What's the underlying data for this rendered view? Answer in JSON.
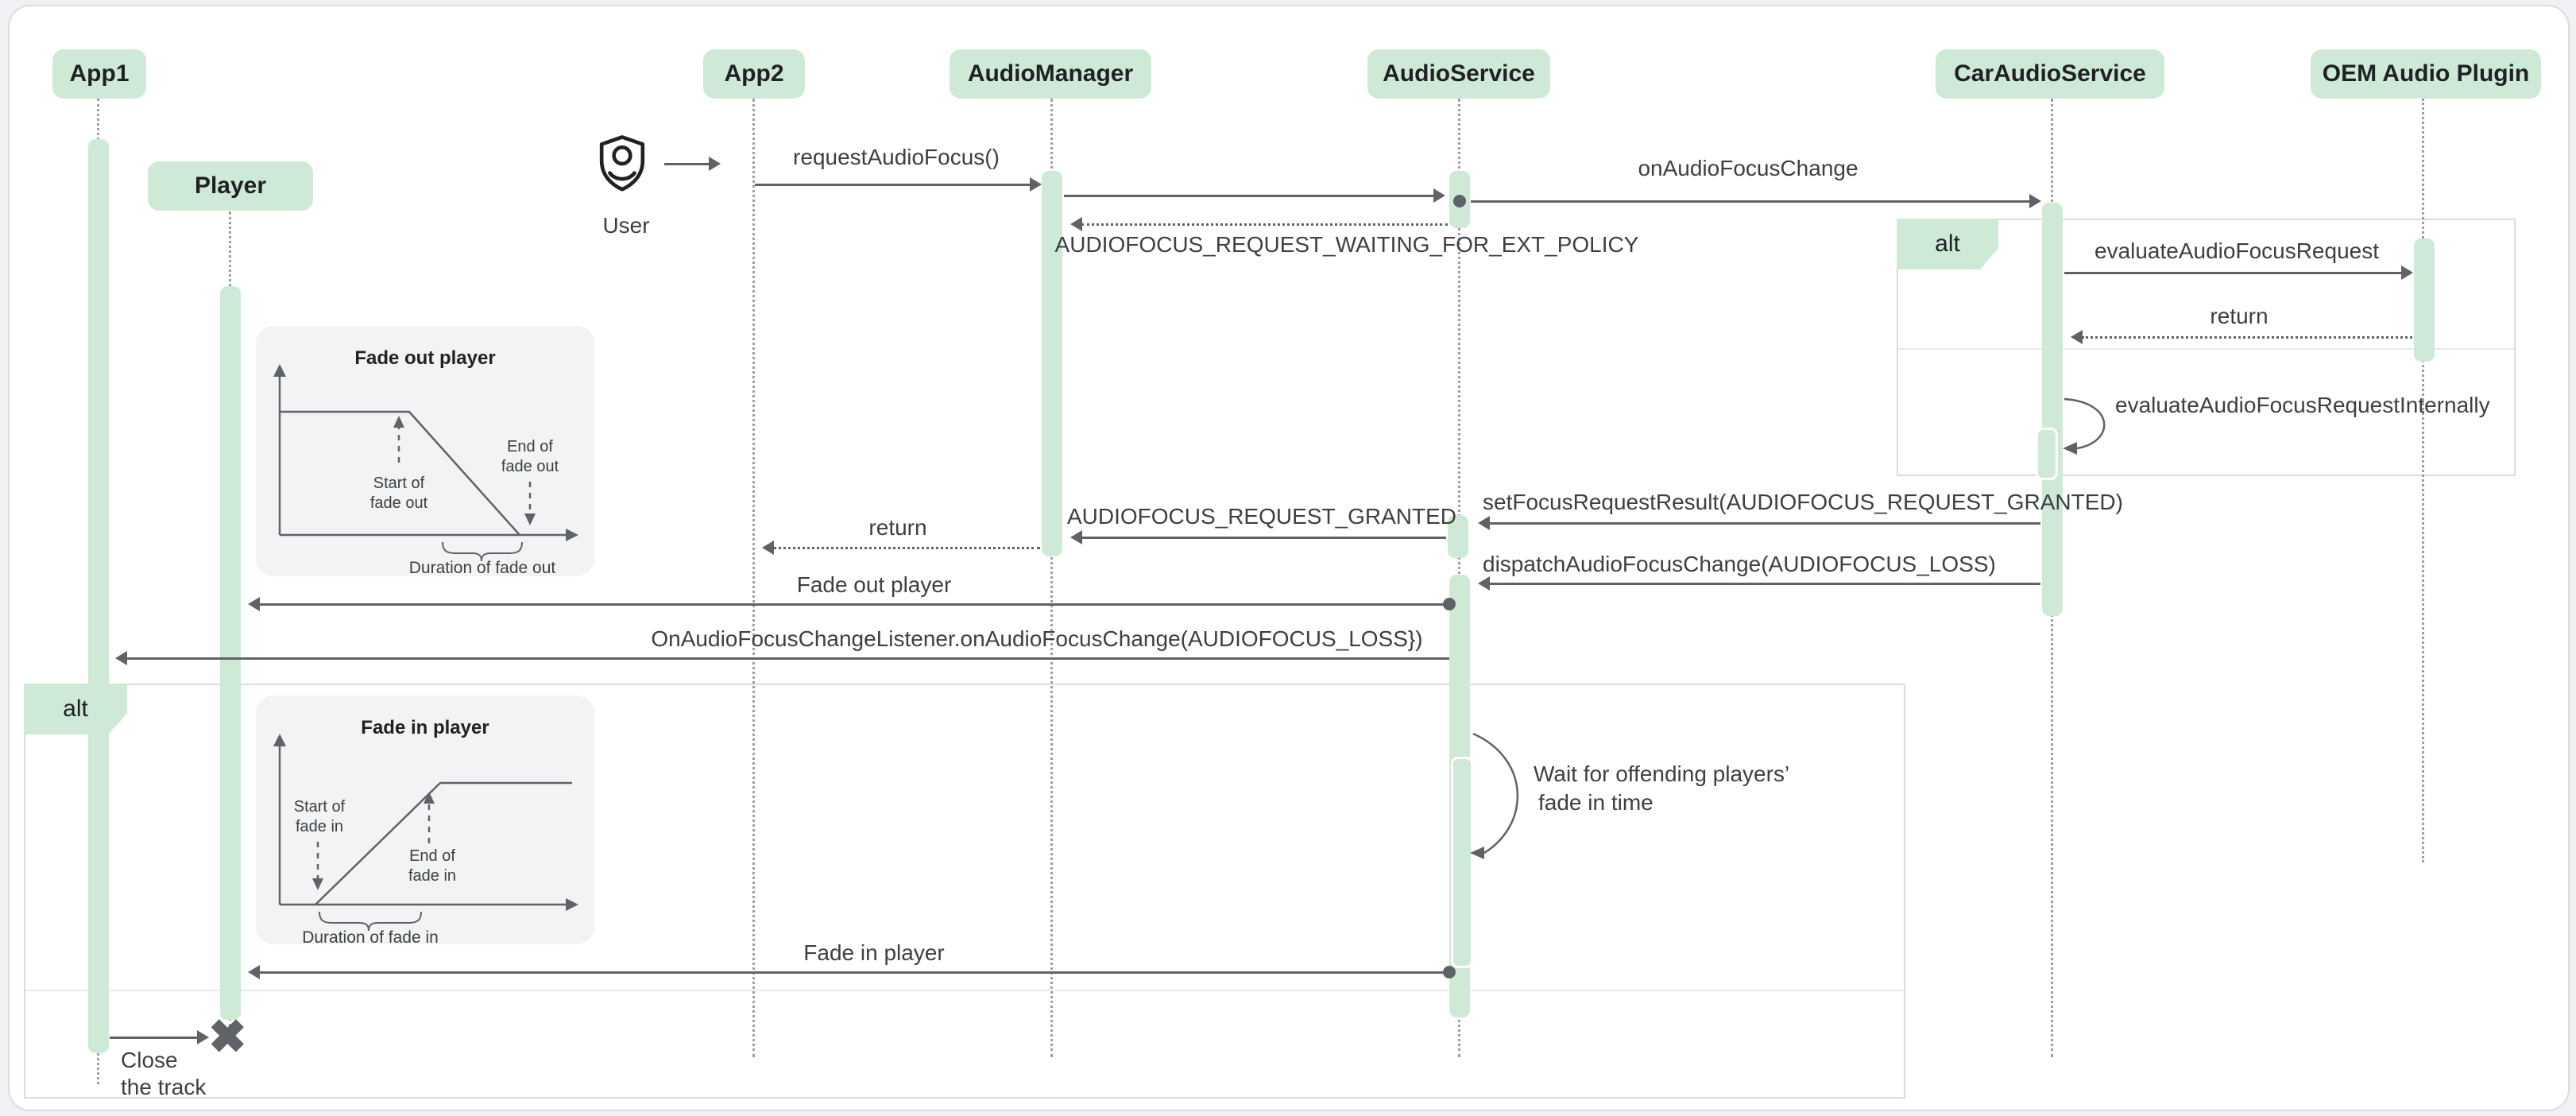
{
  "participants": [
    {
      "label": "App1"
    },
    {
      "label": "Player"
    },
    {
      "label": "App2"
    },
    {
      "label": "AudioManager"
    },
    {
      "label": "AudioService"
    },
    {
      "label": "CarAudioService"
    },
    {
      "label": "OEM Audio Plugin"
    }
  ],
  "actor": {
    "label": "User"
  },
  "fragments": {
    "left_alt": {
      "label": "alt"
    },
    "right_alt": {
      "label": "alt"
    }
  },
  "messages": {
    "request_audio_focus": "requestAudioFocus()",
    "on_audio_focus_change": "onAudioFocusChange",
    "waiting_for_ext_policy": "AUDIOFOCUS_REQUEST_WAITING_FOR_EXT_POLICY",
    "evaluate_audio_focus_request": "evaluateAudioFocusRequest",
    "evaluate_return": "return",
    "evaluate_internally": "evaluateAudioFocusRequestInternally",
    "set_focus_request_result": "setFocusRequestResult(AUDIOFOCUS_REQUEST_GRANTED)",
    "request_granted": "AUDIOFOCUS_REQUEST_GRANTED",
    "manager_return": "return",
    "dispatch_focus_change": "dispatchAudioFocusChange(AUDIOFOCUS_LOSS)",
    "fade_out_player": "Fade out player",
    "listener_focus_change": "OnAudioFocusChangeListener.onAudioFocusChange(AUDIOFOCUS_LOSS})",
    "wait_note_line1": "Wait for offending players’",
    "wait_note_line2": "fade in time",
    "fade_in_player": "Fade in player",
    "close_track_line1": "Close",
    "close_track_line2": "the track"
  },
  "insets": {
    "fade_out": {
      "title": "Fade out player",
      "start_line1": "Start of",
      "start_line2": "fade out",
      "end_line1": "End of",
      "end_line2": "fade out",
      "duration": "Duration of fade out"
    },
    "fade_in": {
      "title": "Fade in player",
      "start_line1": "Start of",
      "start_line2": "fade in",
      "end_line1": "End of",
      "end_line2": "fade in",
      "duration": "Duration of fade in"
    }
  },
  "colors": {
    "participant_fill": "#ceead6",
    "activation_fill": "#ceead6",
    "arrow": "#5f6368",
    "text": "#3c4043",
    "heading_text": "#202124",
    "frame_border": "#dadce0",
    "inset_bg": "#f1f3f4",
    "card_bg": "#ffffff",
    "page_bg": "#eff1f4"
  }
}
